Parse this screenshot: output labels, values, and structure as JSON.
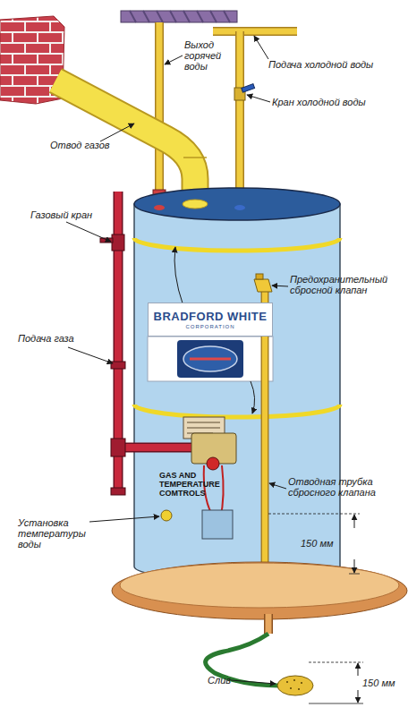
{
  "diagram": {
    "nodes": [
      {
        "text": [
          "BRADFORD WHITE",
          "CORPORATION"
        ]
      }
    ],
    "labels": [
      "Выход горячей воды",
      "Подача холодной воды",
      "Кран холодной воды",
      "Отвод газов",
      "Газовый кран",
      "Предохранительный сбросной клапан",
      "Подача газа",
      "GAS AND TEMPERATURE COMTROLS",
      "Отводная трубка сбросного клапана",
      "Установка температуры воды",
      "150 мм",
      "Слив",
      "150 мм"
    ]
  }
}
